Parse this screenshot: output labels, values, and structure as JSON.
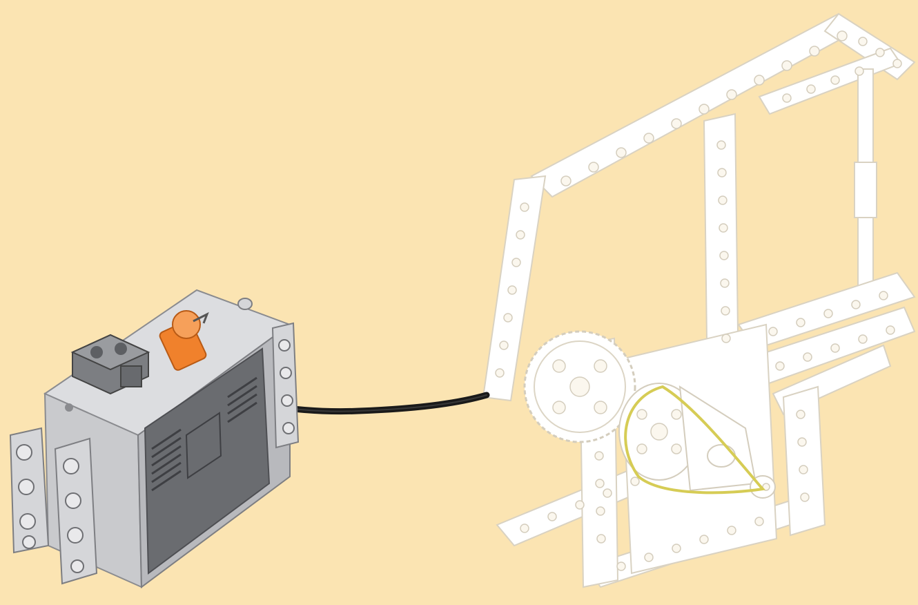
{
  "illustration": {
    "background_color": "#fbe4b2",
    "parts": [
      {
        "name": "battery-box",
        "body_color": "#c9cacd",
        "panel_color": "#6a6c70",
        "switch_color": "#f0812c"
      },
      {
        "name": "power-cable",
        "color": "#1a1a1a"
      },
      {
        "name": "frame-mechanism",
        "color": "#ffffff",
        "outline_color": "#d9d2c2"
      },
      {
        "name": "gear",
        "color": "#ffffff"
      },
      {
        "name": "rubber-band",
        "color": "#d6cc55"
      }
    ]
  }
}
